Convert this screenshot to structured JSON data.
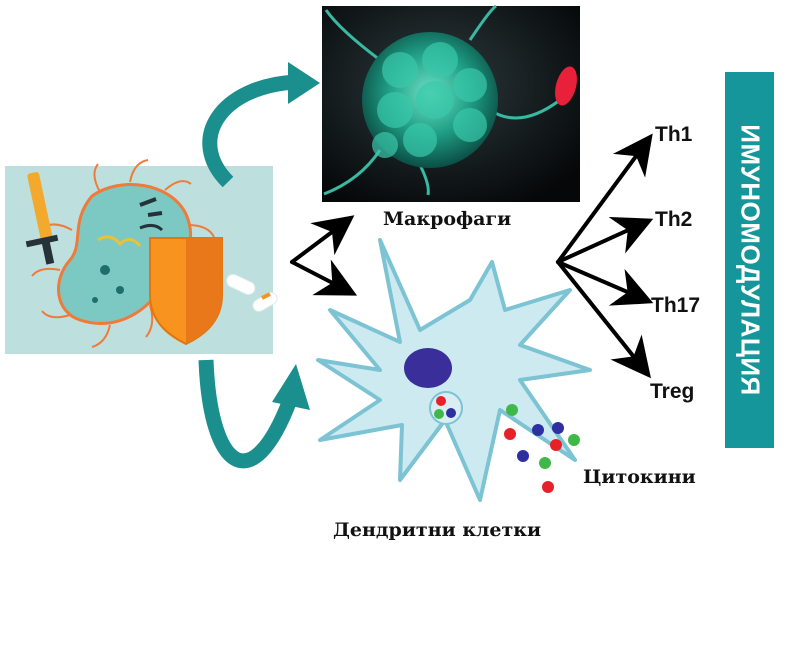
{
  "labels": {
    "macrophages": "Макрофаги",
    "dendritic_cells": "Дендритни клетки",
    "cytokines": "Цитокини"
  },
  "t_cells": [
    "Th1",
    "Th2",
    "Th17",
    "Treg"
  ],
  "side_panel": {
    "text": "ИМУНОМОДУЛАЦИЯ"
  },
  "colors": {
    "teal": "#14969a",
    "cell_fill": "#cdeaf1",
    "cell_outline": "#7cc3d3",
    "nucleus": "#3a2f9a",
    "cytokine_red": "#e8202a",
    "cytokine_blue": "#2e2fa0",
    "cytokine_green": "#3fb84a"
  },
  "icons": [
    "bacterium-with-sword-icon",
    "shield-icon",
    "capsule-icon",
    "macrophage-image",
    "dendritic-cell-illustration"
  ]
}
